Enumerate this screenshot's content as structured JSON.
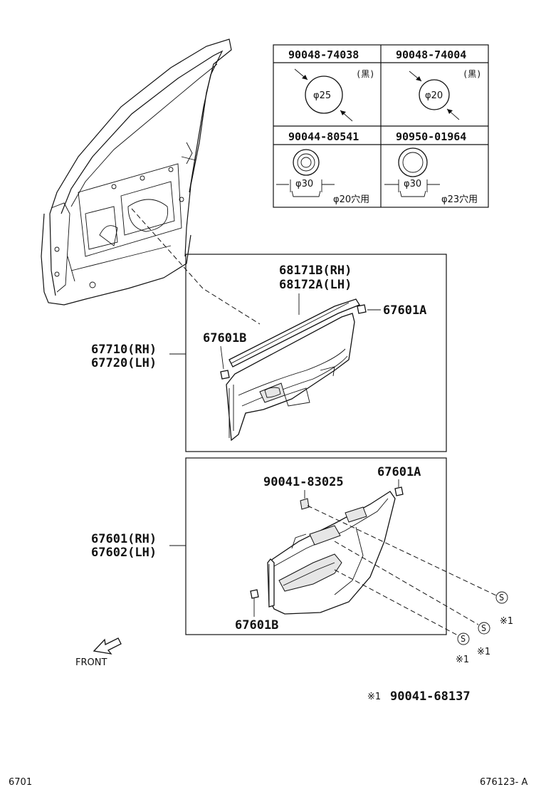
{
  "table": {
    "cells": [
      {
        "part": "90048-74038",
        "dim": "φ25",
        "note": "(黒)"
      },
      {
        "part": "90048-74004",
        "dim": "φ20",
        "note": "(黒)"
      },
      {
        "part": "90044-80541",
        "dim": "φ30",
        "note": "φ20穴用"
      },
      {
        "part": "90950-01964",
        "dim": "φ30",
        "note": "φ23穴用"
      }
    ]
  },
  "callouts": {
    "trim_board_rh": "67710(RH)",
    "trim_board_lh": "67720(LH)",
    "weatherstrip_rh": "68171B(RH)",
    "weatherstrip_lh": "68172A(LH)",
    "clip_a_upper": "67601A",
    "clip_b_upper": "67601B",
    "panel_rh": "67601(RH)",
    "panel_lh": "67602(LH)",
    "screw": "90041-83025",
    "clip_a_lower": "67601A",
    "clip_b_lower": "67601B",
    "note_mark_1": "※1",
    "note_mark_2": "※1",
    "note_mark_3": "※1",
    "footnote_mark": "※1",
    "footnote_part": "90041-68137",
    "screw_symbol": "S",
    "front_label": "FRONT"
  },
  "footer": {
    "left_code": "6701",
    "right_code": "676123- A"
  }
}
